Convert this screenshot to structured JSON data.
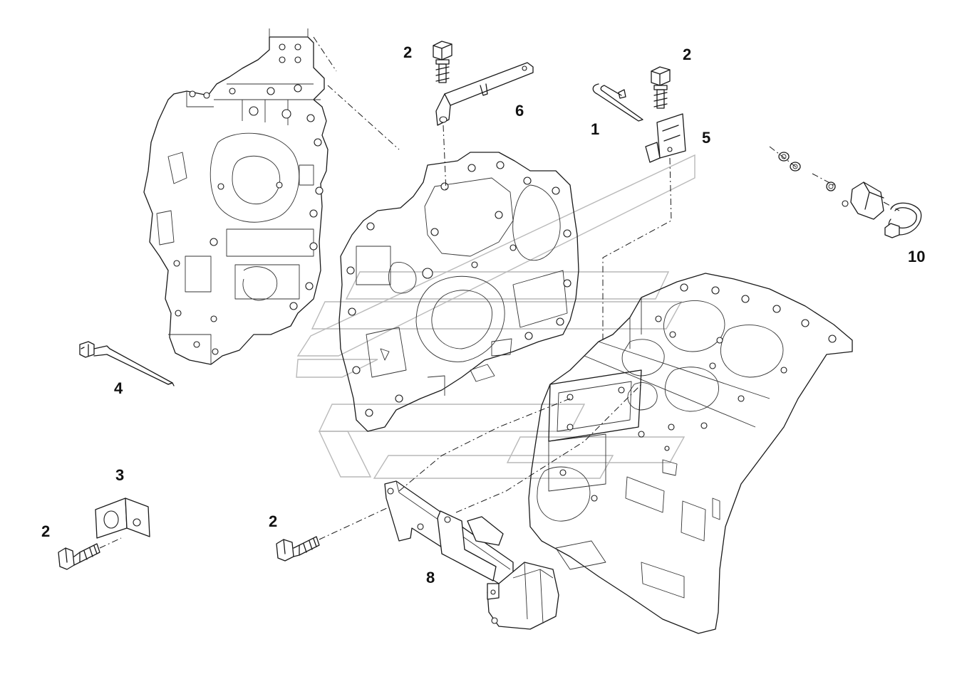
{
  "callouts": {
    "c1": "1",
    "c2_top_left": "2",
    "c2_top_right": "2",
    "c2_bottom_left": "2",
    "c2_bottom_mid": "2",
    "c3": "3",
    "c4": "4",
    "c5": "5",
    "c6": "6",
    "c8": "8",
    "c10": "10"
  },
  "colors": {
    "line": "#1a1a1a",
    "watermark": "#b9b9b9",
    "background": "#ffffff"
  }
}
